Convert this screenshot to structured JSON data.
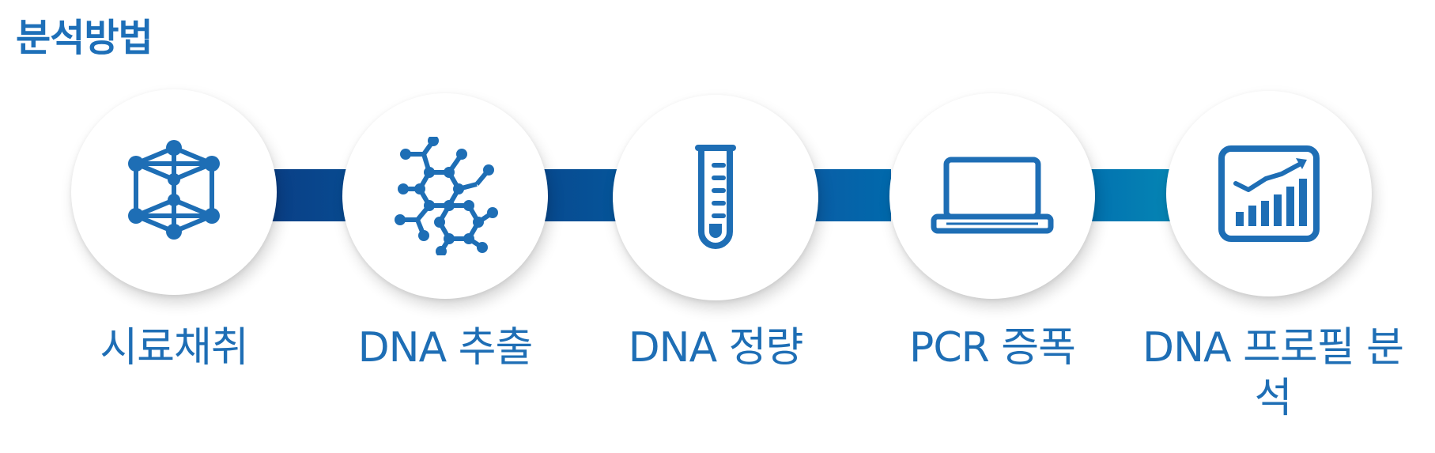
{
  "page_title": "분석방법",
  "colors": {
    "icon": "#1e6eb5",
    "label": "#1e6eb5",
    "connector_start": "#0a3f86",
    "connector_end": "#0585b4"
  },
  "steps": [
    {
      "label": "시료채취",
      "icon": "crystal-lattice-icon"
    },
    {
      "label": "DNA 추출",
      "icon": "molecule-icon"
    },
    {
      "label": "DNA 정량",
      "icon": "test-tube-icon"
    },
    {
      "label": "PCR 증폭",
      "icon": "laptop-icon"
    },
    {
      "label": "DNA 프로필 분석",
      "icon": "chart-icon"
    }
  ]
}
